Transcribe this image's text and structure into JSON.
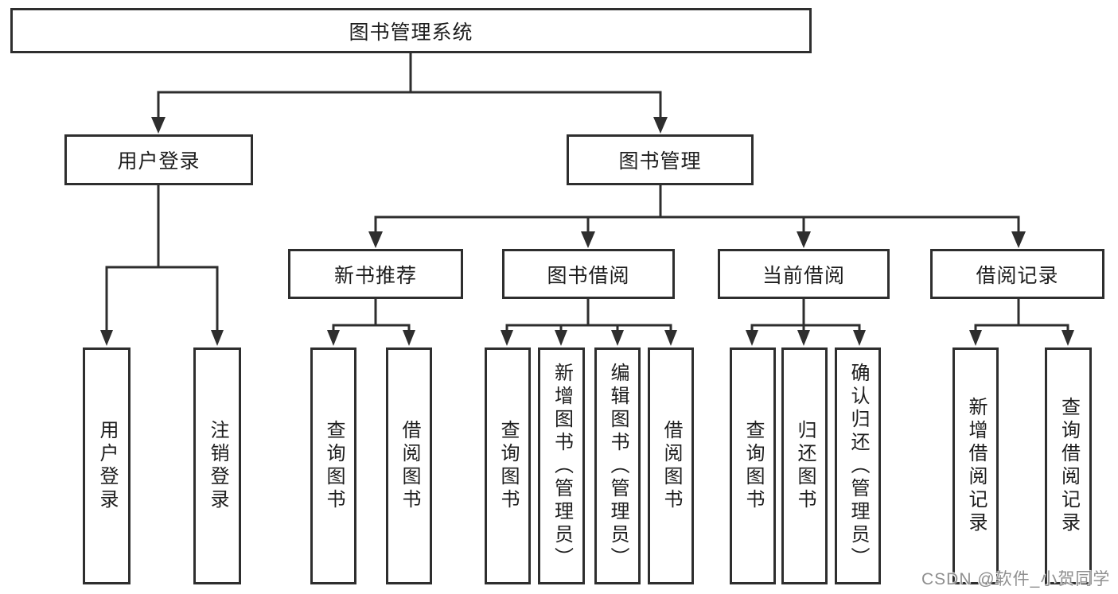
{
  "colors": {
    "line": "#2e2e2e",
    "text": "#1d1d1d",
    "background": "#ffffff",
    "watermark": "#8f8f8f"
  },
  "watermark": "CSDN @软件_小贺同学",
  "nodes": {
    "root": {
      "label": "图书管理系统"
    },
    "level1": [
      {
        "label": "用户登录"
      },
      {
        "label": "图书管理"
      }
    ],
    "level2": [
      {
        "label": "新书推荐"
      },
      {
        "label": "图书借阅"
      },
      {
        "label": "当前借阅"
      },
      {
        "label": "借阅记录"
      }
    ],
    "leaves": {
      "login": [
        {
          "label": "用户登录"
        },
        {
          "label": "注销登录"
        }
      ],
      "recommend": [
        {
          "label": "查询图书"
        },
        {
          "label": "借阅图书"
        }
      ],
      "borrow": [
        {
          "label": "查询图书"
        },
        {
          "label": "新增图书（管理员）"
        },
        {
          "label": "编辑图书（管理员）"
        },
        {
          "label": "借阅图书"
        }
      ],
      "current": [
        {
          "label": "查询图书"
        },
        {
          "label": "归还图书"
        },
        {
          "label": "确认归还（管理员）"
        }
      ],
      "records": [
        {
          "label": "新增借阅记录"
        },
        {
          "label": "查询借阅记录"
        }
      ]
    }
  }
}
